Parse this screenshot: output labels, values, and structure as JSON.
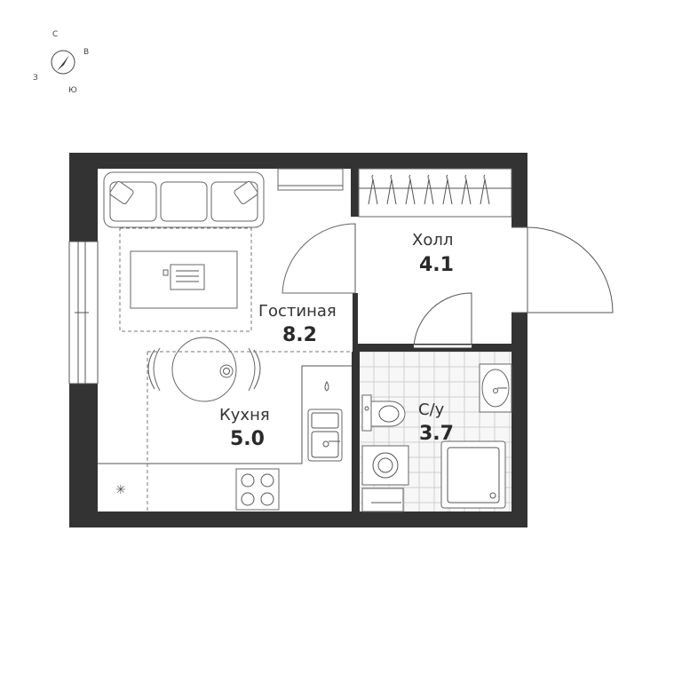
{
  "compass": {
    "north": "С",
    "east": "В",
    "south": "Ю",
    "west": "З"
  },
  "rooms": {
    "living": {
      "name": "Гостиная",
      "area": "8.2"
    },
    "hall": {
      "name": "Холл",
      "area": "4.1"
    },
    "kitchen": {
      "name": "Кухня",
      "area": "5.0"
    },
    "bathroom": {
      "name": "С/у",
      "area": "3.7"
    }
  },
  "colors": {
    "wall": "#333333",
    "line": "#555555",
    "tile": "#cfcfcf"
  }
}
